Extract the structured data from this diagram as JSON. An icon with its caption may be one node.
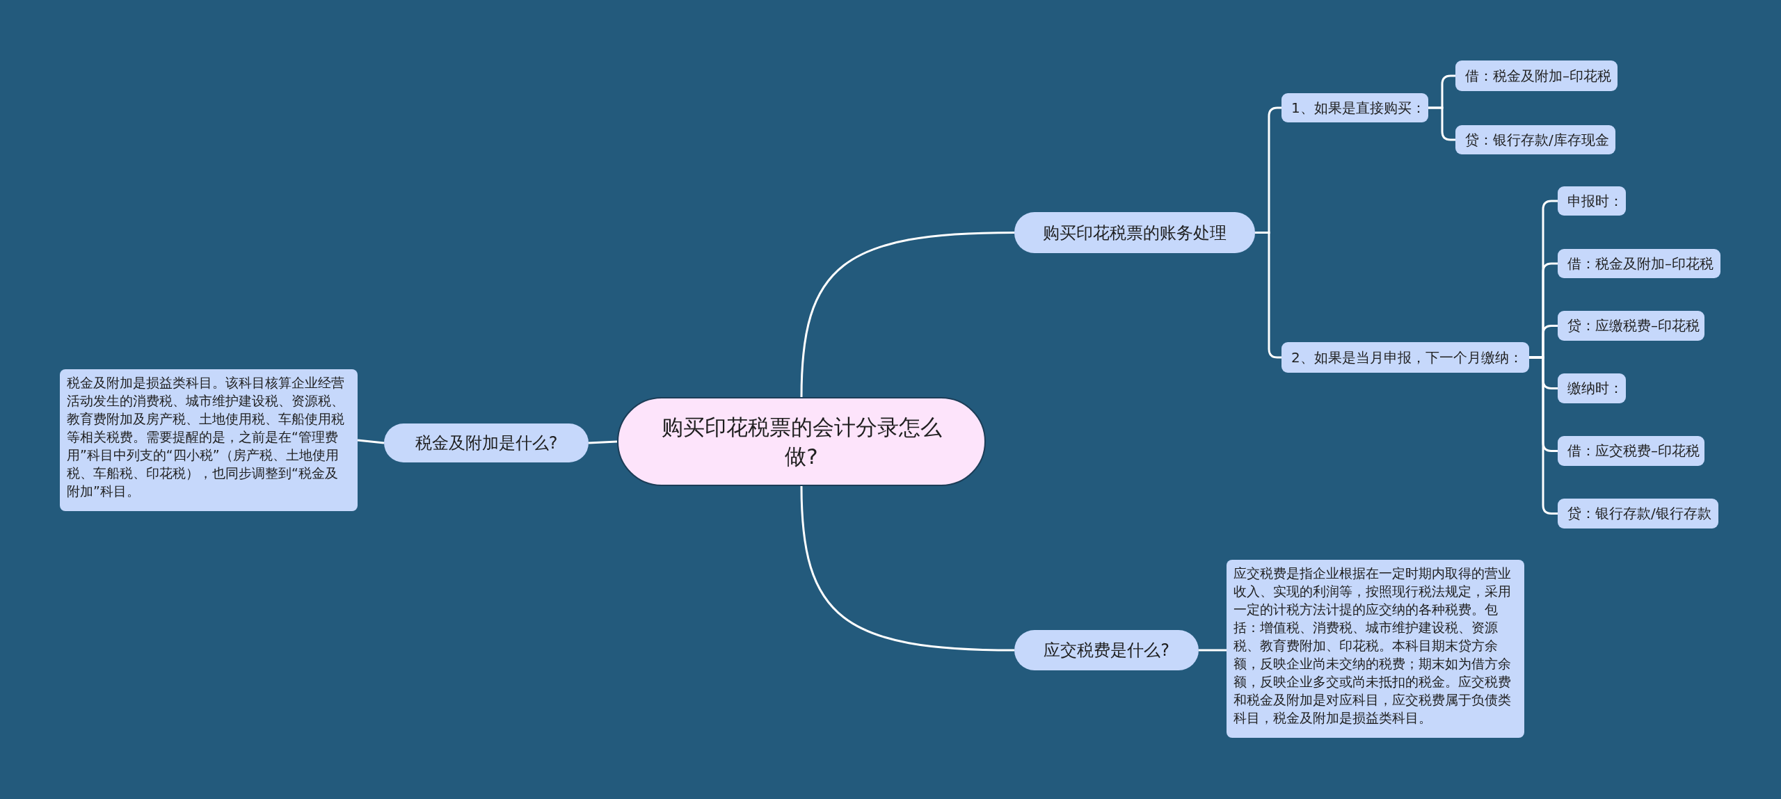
{
  "diagram": {
    "nodes": [
      {
        "text": [
          "购买印花税票的会计分录怎么做?"
        ]
      },
      {
        "text": [
          "购买印花税票的账务处理"
        ]
      },
      {
        "text": [
          "1、如果是直接购买："
        ]
      },
      {
        "text": [
          "借：税金及附加–印花税"
        ]
      },
      {
        "text": [
          "贷：银行存款/库存现金"
        ]
      },
      {
        "text": [
          "2、如果是当月申报，下一个月缴纳："
        ]
      },
      {
        "text": [
          "申报时："
        ]
      },
      {
        "text": [
          "借：税金及附加–印花税"
        ]
      },
      {
        "text": [
          "贷：应缴税费–印花税"
        ]
      },
      {
        "text": [
          "缴纳时："
        ]
      },
      {
        "text": [
          "借：应交税费–印花税"
        ]
      },
      {
        "text": [
          "贷：银行存款/银行存款"
        ]
      },
      {
        "text": [
          "应交税费是什么?"
        ]
      },
      {
        "text": [
          "应交税费是指企业根据在一定时期内取得的营业收入、实现的利润等，按照现行税法规定，采用一定的计税方法计提的应交纳的各种税费。包括：增值税、消费税、城市维护建设税、资源税、教育费附加、印花税。本科目期末贷方余额，反映企业尚未交纳的税费；期末如为借方余额，反映企业多交或尚未抵扣的税金。应交税费和税金及附加是对应科目，应交税费属于负债类科目，税金及附加是损益类科目。"
        ]
      },
      {
        "text": [
          "税金及附加是什么?"
        ]
      },
      {
        "text": [
          "税金及附加是损益类科目。该科目核算企业经营活动发生的消费税、城市维护建设税、资源税、教育费附加及房产税、土地使用税、车船使用税等相关税费。需要提醒的是，之前是在“管理费用”科目中列支的“四小税”（房产税、土地使用税、车船税、印花税），也同步调整到“税金及附加”科目。"
        ]
      }
    ],
    "edges": [
      {
        "from": 0,
        "to": 1,
        "arrow": "none"
      },
      {
        "from": 1,
        "to": 2,
        "arrow": "none"
      },
      {
        "from": 2,
        "to": 3,
        "arrow": "none"
      },
      {
        "from": 2,
        "to": 4,
        "arrow": "none"
      },
      {
        "from": 1,
        "to": 5,
        "arrow": "none"
      },
      {
        "from": 5,
        "to": 6,
        "arrow": "none"
      },
      {
        "from": 5,
        "to": 7,
        "arrow": "none"
      },
      {
        "from": 5,
        "to": 8,
        "arrow": "none"
      },
      {
        "from": 5,
        "to": 9,
        "arrow": "none"
      },
      {
        "from": 5,
        "to": 10,
        "arrow": "none"
      },
      {
        "from": 5,
        "to": 11,
        "arrow": "none"
      },
      {
        "from": 0,
        "to": 12,
        "arrow": "none"
      },
      {
        "from": 12,
        "to": 13,
        "arrow": "none"
      },
      {
        "from": 0,
        "to": 14,
        "arrow": "none"
      },
      {
        "from": 14,
        "to": 15,
        "arrow": "none"
      }
    ]
  }
}
